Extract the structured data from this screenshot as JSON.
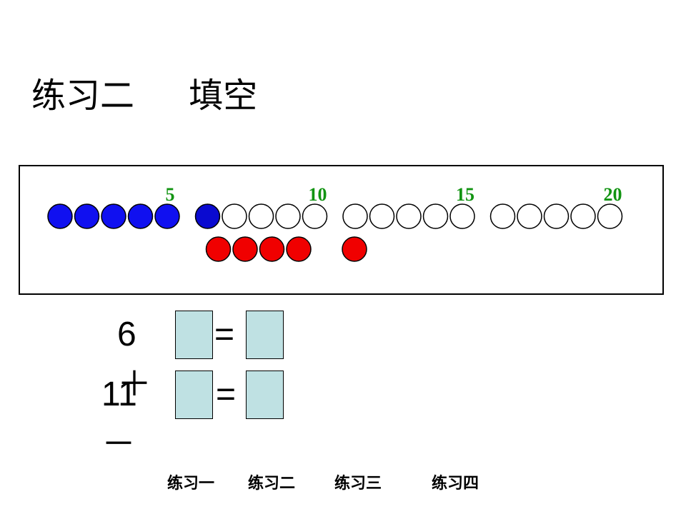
{
  "slide": {
    "title": "练习二     填空"
  },
  "beads": {
    "markers": [
      "5",
      "10",
      "15",
      "20"
    ],
    "marker_color": "#129412",
    "top_row": [
      "blue",
      "blue",
      "blue",
      "blue",
      "blue",
      "darkblue",
      "white",
      "white",
      "white",
      "white",
      "white",
      "white",
      "white",
      "white",
      "white",
      "white",
      "white",
      "white",
      "white",
      "white"
    ],
    "bottom_row": [
      "red",
      "red",
      "red",
      "red",
      "red"
    ],
    "colors": {
      "blue": "#1010f0",
      "darkblue": "#0a0ad0",
      "white": "#ffffff",
      "red": "#f00000"
    }
  },
  "equations": [
    {
      "left": "6＋",
      "equals": "="
    },
    {
      "left": "11－",
      "equals": "="
    }
  ],
  "answer_box_color": "#bfe1e3",
  "nav": {
    "items": [
      "练习一",
      "练习二",
      "练习三",
      "练习四"
    ]
  }
}
